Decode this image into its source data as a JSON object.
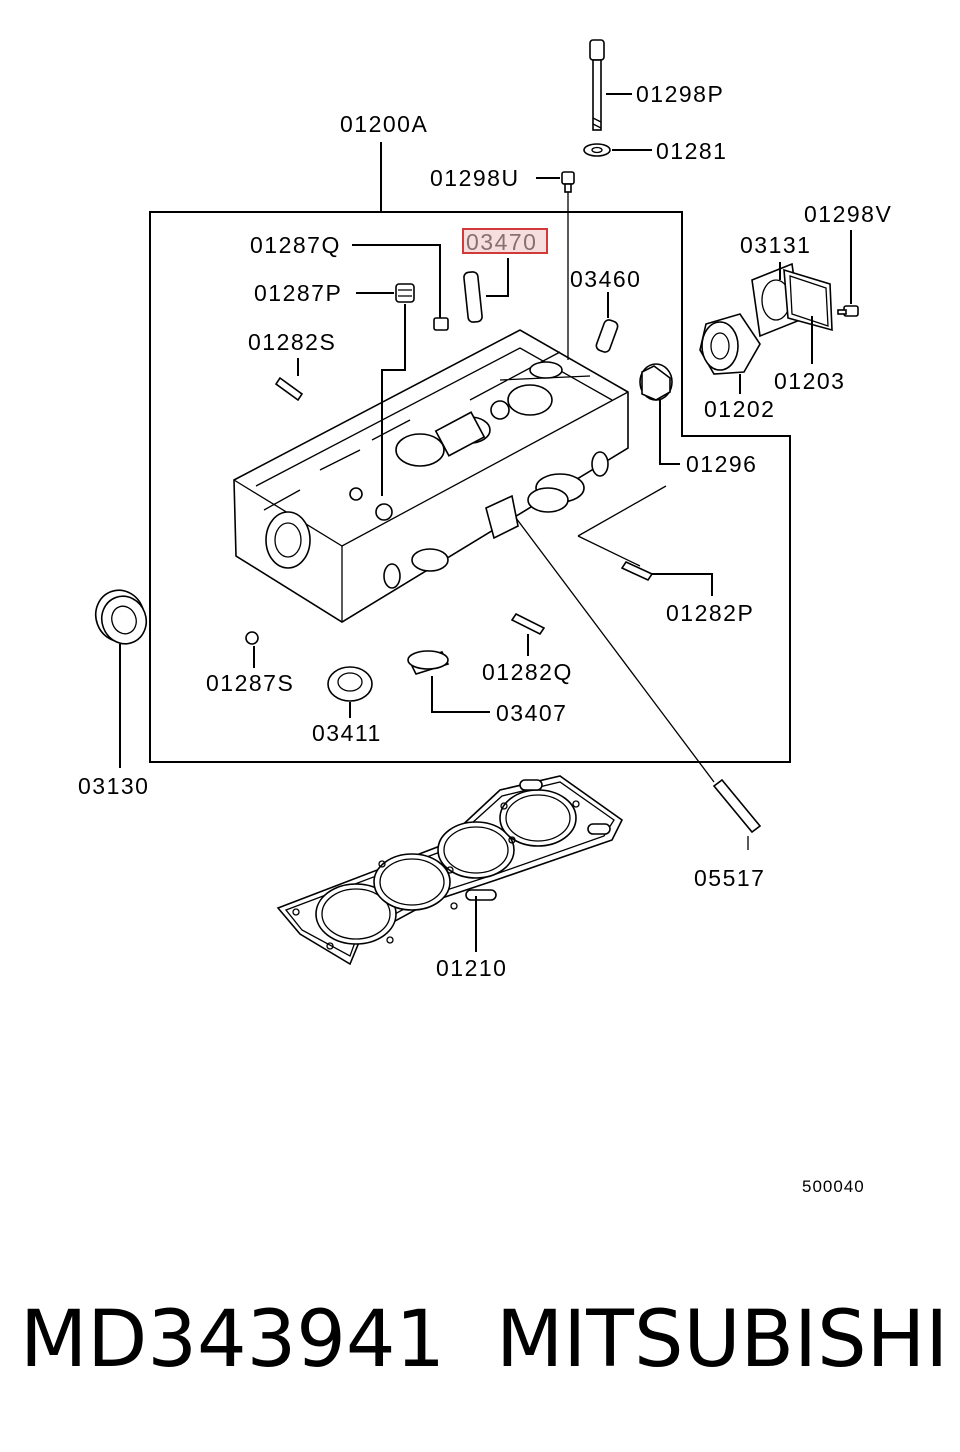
{
  "diagram": {
    "labels": {
      "p01200A": "01200A",
      "p01298P": "01298P",
      "p01281": "01281",
      "p01298U": "01298U",
      "p01298V": "01298V",
      "p03131": "03131",
      "p01287Q": "01287Q",
      "p03470": "03470",
      "p03460": "03460",
      "p01287P": "01287P",
      "p01282S": "01282S",
      "p01202": "01202",
      "p01203": "01203",
      "p01296": "01296",
      "p01282P": "01282P",
      "p01287S": "01287S",
      "p01282Q": "01282Q",
      "p03411": "03411",
      "p03407": "03407",
      "p03130": "03130",
      "p05517": "05517",
      "p01210": "01210"
    },
    "highlighted_part": "03470",
    "highlight_color": "#d23a3a",
    "figure_code": "500040"
  },
  "footer": {
    "part_number": "MD343941",
    "brand": "MITSUBISHI"
  }
}
